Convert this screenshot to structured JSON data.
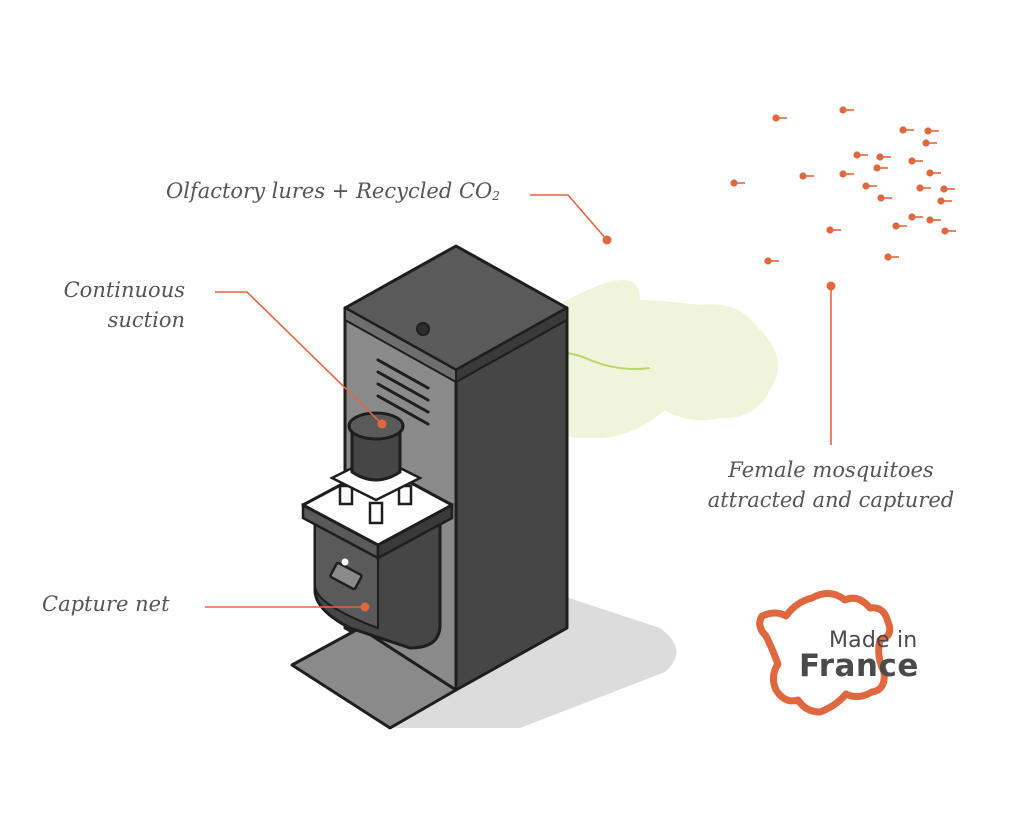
{
  "labels": {
    "olfactory": "Olfactory lures + Recycled CO",
    "olfactory_subscript": "2",
    "suction_line1": "Continuous",
    "suction_line2": "suction",
    "capture_net": "Capture net",
    "female_line1": "Female mosquitoes",
    "female_line2": "attracted and captured"
  },
  "badge": {
    "line1": "Made in",
    "line2": "France"
  },
  "colors": {
    "accent": "#e0683f",
    "text": "#555555",
    "machine_dark": "#464646",
    "machine_mid": "#5a5a5a",
    "machine_light": "#8a8a8a",
    "outline": "#1e1e1e",
    "plume": "#eef3d8",
    "plume_line": "#b6d66a",
    "shadow": "#dcdcdc"
  },
  "icons": {
    "mosquito": "mosquito-icon",
    "france_map": "france-map-icon"
  }
}
